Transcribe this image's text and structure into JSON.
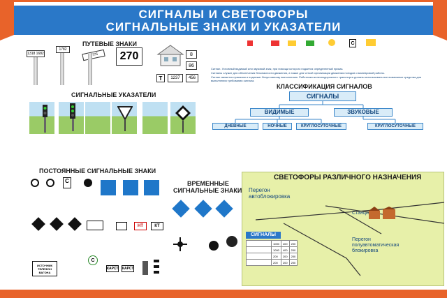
{
  "header": {
    "line1": "СИГНАЛЫ И СВЕТОФОРЫ",
    "line2": "СИГНАЛЬНЫЕ ЗНАКИ И УКАЗАТЕЛИ"
  },
  "sections": {
    "track_signs": "ПУТЕВЫЕ ЗНАКИ",
    "signal_indicators": "СИГНАЛЬНЫЕ УКАЗАТЕЛИ",
    "permanent_signs": "ПОСТОЯННЫЕ СИГНАЛЬНЫЕ ЗНАКИ",
    "temporary_signs_1": "ВРЕМЕННЫЕ",
    "temporary_signs_2": "СИГНАЛЬНЫЕ ЗНАКИ",
    "classification": "КЛАССИФИКАЦИЯ СИГНАЛОВ",
    "traffic_lights": "СВЕТОФОРЫ РАЗЛИЧНОГО НАЗНАЧЕНИЯ"
  },
  "track_sign_values": {
    "post_a": "1318 1682",
    "post_b": "1782",
    "post_c": "8 775",
    "speed": "270",
    "km_8": "8",
    "km_86": "86",
    "t_letter": "Т",
    "plate": "1237",
    "plate_b": "456"
  },
  "classification": {
    "root": "СИГНАЛЫ",
    "visible": "ВИДИМЫЕ",
    "audible": "ЗВУКОВЫЕ",
    "day": "ДНЕВНЫЕ",
    "night": "НОЧНЫЕ",
    "round_clock": "КРУГЛОСУТОЧНЫЕ",
    "round_clock_2": "КРУГЛОСУТОЧНЫЕ"
  },
  "intro_text": {
    "line1": "Сигнал. Условный видимый или звуковой знак, при помощи которого подается определенный приказ.",
    "line2": "Сигналы служат для обеспечения безопасности движения, а также для четкой организации движения поездов и маневровой работы.",
    "line3": "Сигнал является приказом и подлежит безусловному выполнению. Работники железнодорожного транспорта должны использовать все возможные средства для выполнения требования сигнала."
  },
  "map_labels": {
    "auto_block": "Перегон автоблокировка",
    "semi_auto": "Перегон полуавтоматическая блокировка",
    "station": "Станция",
    "table_title": "СИГНАЛЫ"
  },
  "table_values": [
    [
      "1000",
      "400",
      "200"
    ],
    [
      "1000",
      "400",
      "200"
    ],
    [
      "200",
      "200",
      "200"
    ],
    [
      "200",
      "200",
      "200"
    ]
  ],
  "plates": {
    "nt": "НТ",
    "kt": "КТ",
    "kart": "КАРСТ",
    "kart2": "КАРСТ",
    "c": "С",
    "end_text": "ИСТОЧНИК ТЕЛЕФОН ВАГОНА"
  },
  "colors": {
    "accent": "#e8632a",
    "header": "#2a78c8",
    "map_bg": "#e7f0a9"
  }
}
